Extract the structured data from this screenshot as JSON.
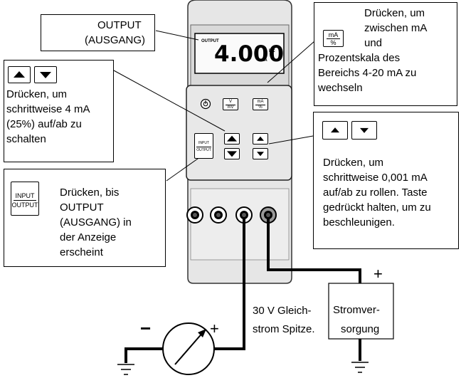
{
  "callouts": {
    "output": {
      "line1": "OUTPUT",
      "line2": "(AUSGANG)"
    },
    "ma_pct": {
      "key_top": "mA",
      "key_bottom": "%",
      "line1": "Drücken, um",
      "line2": "zwischen mA",
      "line3": "und",
      "line4": "Prozentskala des",
      "line5": "Bereichs 4-20 mA zu",
      "line6": "wechseln"
    },
    "step": {
      "line1": "Drücken, um",
      "line2": "schrittweise 4 mA",
      "line3": "(25%) auf/ab zu",
      "line4": "schalten"
    },
    "fine": {
      "line1": "Drücken, um",
      "line2": "schrittweise 0,001 mA",
      "line3": "auf/ab zu rollen. Taste",
      "line4": "gedrückt halten, um zu",
      "line5": "beschleunigen."
    },
    "input_output": {
      "key_top": "INPUT",
      "key_bottom": "OUTPUT",
      "line1": "Drücken, bis",
      "line2": "OUTPUT",
      "line3": "(AUSGANG) in",
      "line4": "der Anzeige",
      "line5": "erscheint"
    }
  },
  "meter": {
    "mode_label": "OUTPUT",
    "reading": "4.000",
    "unit_top": "DC",
    "unit_bottom": "mA",
    "keys": {
      "v_top": "V",
      "v_bottom": "mV",
      "ma_top": "mA",
      "ma_bottom": "%",
      "io_top": "INPUT",
      "io_bottom": "OUTPUT"
    }
  },
  "circuit": {
    "voltage_line1": "30 V Gleich-",
    "voltage_line2": "strom Spitze.",
    "supply_line1": "Stromver-",
    "supply_line2": "sorgung",
    "plus_supply": "+",
    "plus_meter": "+",
    "minus_meter": "−"
  }
}
